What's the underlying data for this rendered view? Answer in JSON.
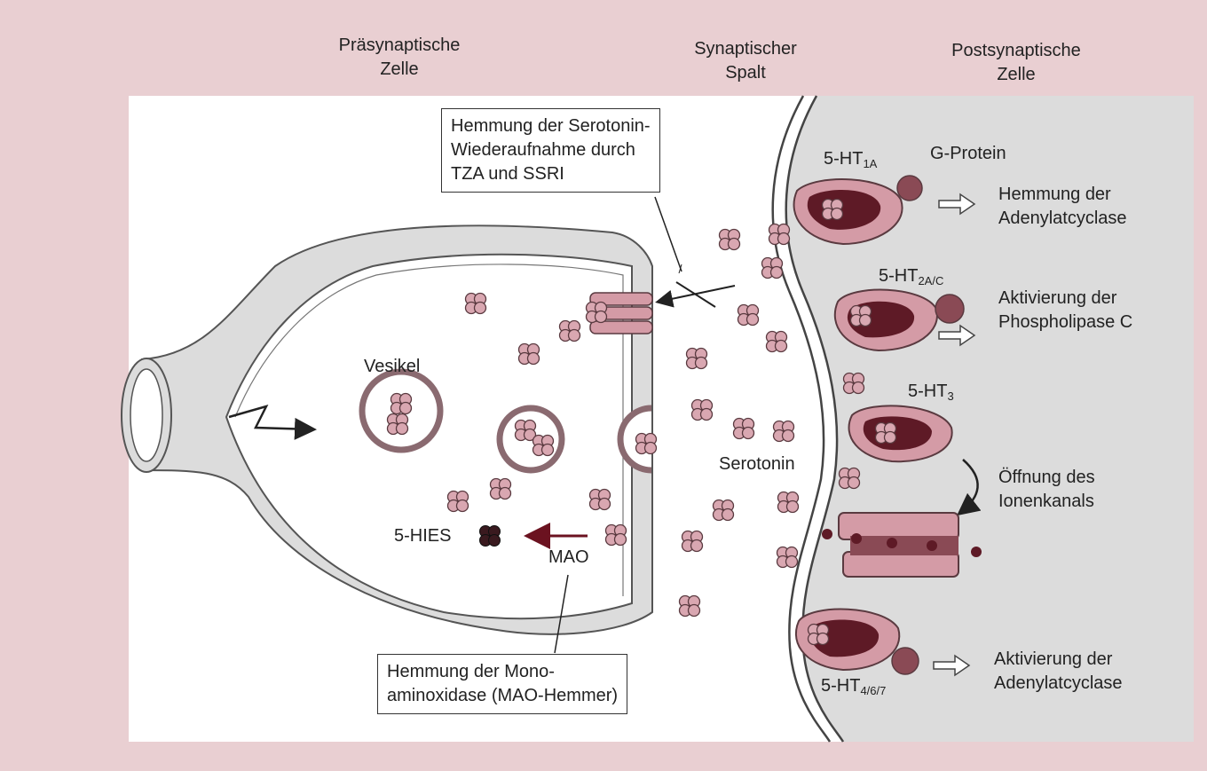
{
  "colors": {
    "page_background": "#e9cfd2",
    "panel": "#ffffff",
    "cell_fill": "#dcdcdc",
    "membrane_pink": "#d49ba6",
    "receptor_dark": "#5e1a26",
    "serotonin": "#d9a7b1"
  },
  "headers": {
    "presynaptic": [
      "Präsynaptische",
      "Zelle"
    ],
    "cleft": [
      "Synaptischer",
      "Spalt"
    ],
    "postsynaptic": [
      "Postsynaptische",
      "Zelle"
    ]
  },
  "callouts": {
    "reuptake": [
      "Hemmung der Serotonin-",
      "Wiederaufnahme durch",
      "TZA und SSRI"
    ],
    "mao_inhibition": [
      "Hemmung der Mono-",
      "aminoxidase (MAO-Hemmer)"
    ]
  },
  "presynaptic_labels": {
    "vesicle": "Vesikel",
    "metabolite": "5-HIES",
    "enzyme": "MAO"
  },
  "cleft_labels": {
    "transmitter": "Serotonin"
  },
  "receptors": [
    {
      "name": "5-HT",
      "sub": "1A",
      "extra": "G-Protein",
      "effect": [
        "Hemmung der",
        "Adenylatcyclase"
      ]
    },
    {
      "name": "5-HT",
      "sub": "2A/C",
      "effect": [
        "Aktivierung der",
        "Phospholipase C"
      ]
    },
    {
      "name": "5-HT",
      "sub": "3",
      "effect": [
        "Öffnung des",
        "Ionenkanals"
      ]
    },
    {
      "name": "5-HT",
      "sub": "4/6/7",
      "effect": [
        "Aktivierung der",
        "Adenylatcyclase"
      ]
    }
  ]
}
